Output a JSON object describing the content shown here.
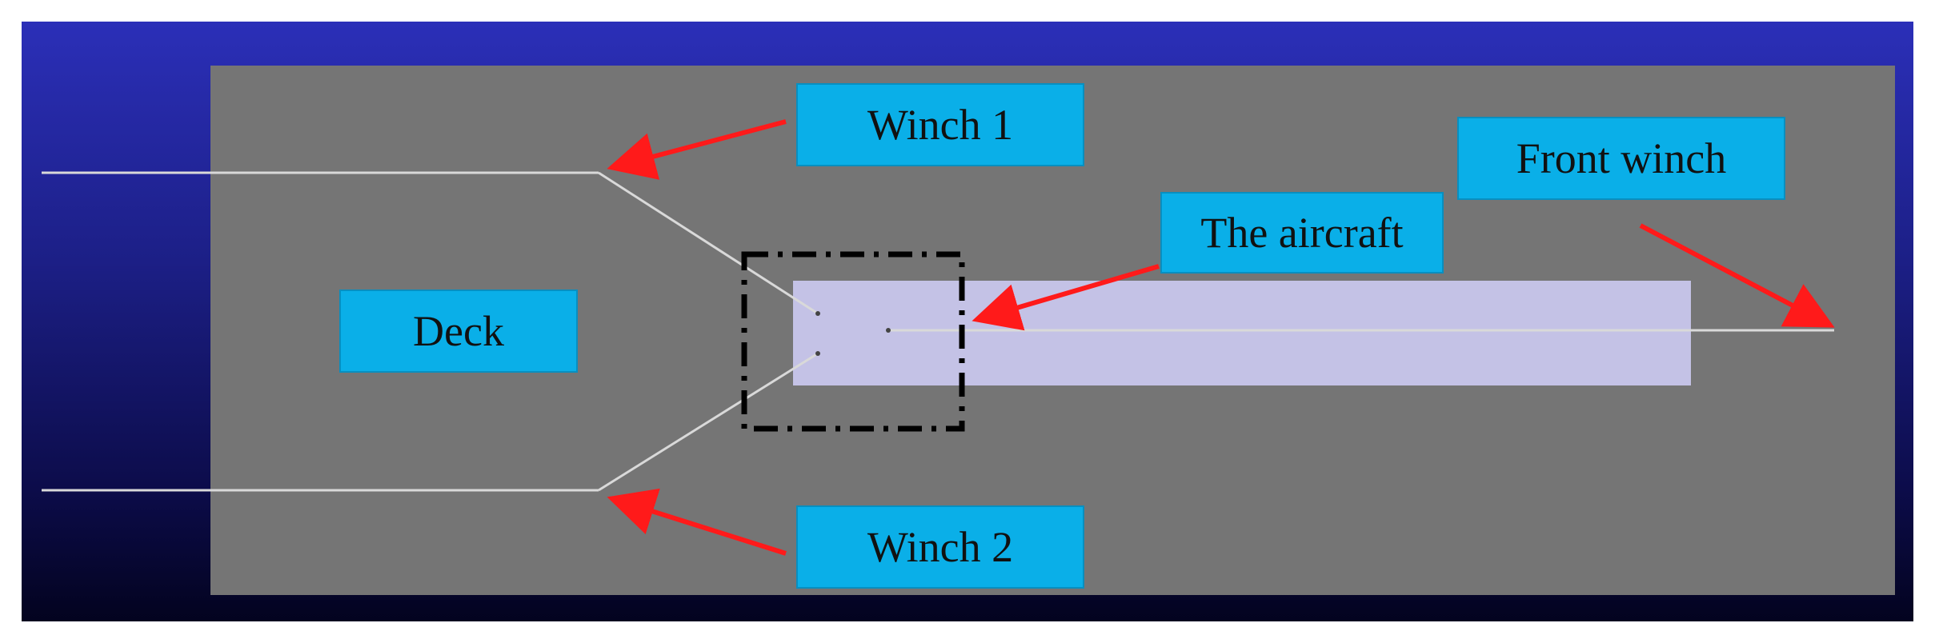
{
  "labels": {
    "winch1": "Winch 1",
    "winch2": "Winch 2",
    "deck": "Deck",
    "aircraft": "The aircraft",
    "front_winch": "Front winch"
  },
  "colors": {
    "frame_gradient_top": "#2b2fb8",
    "frame_gradient_bottom": "#03031f",
    "deck": "#757575",
    "aircraft_body": "#c4c2e6",
    "label_fill": "#0aafe8",
    "arrow": "#ff1a1a",
    "cable": "#d9d9d9"
  }
}
